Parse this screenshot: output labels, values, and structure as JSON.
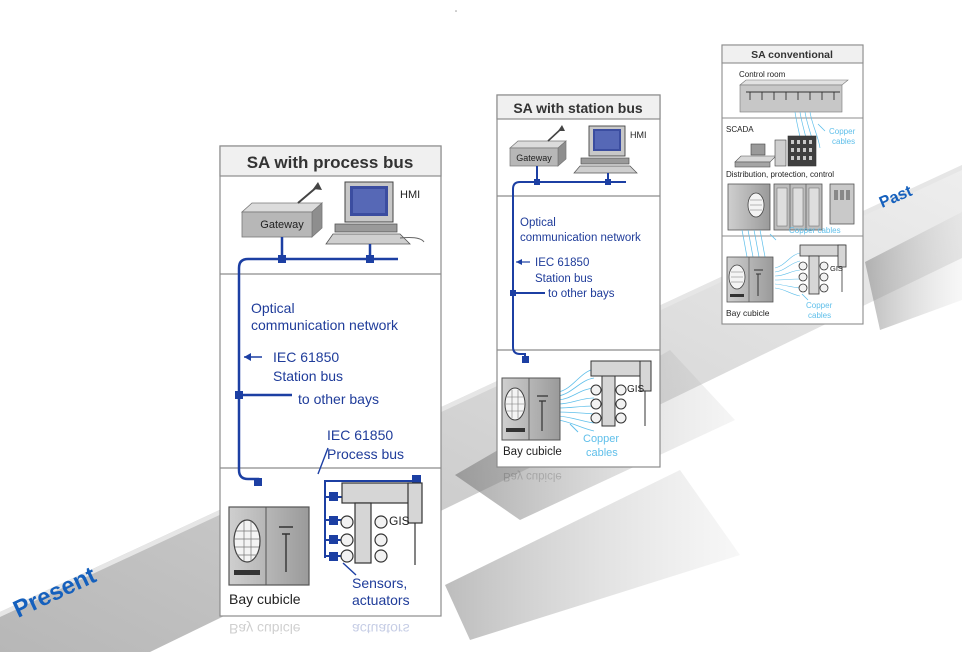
{
  "timeline": {
    "present_label": "Present",
    "past_label": "Past"
  },
  "panel_process": {
    "title": "SA with process bus",
    "gateway_label": "Gateway",
    "hmi_label": "HMI",
    "network_label_line1": "Optical",
    "network_label_line2": "communication network",
    "station_bus_line1": "IEC 61850",
    "station_bus_line2": "Station bus",
    "other_bays_label": "to other bays",
    "process_bus_line1": "IEC 61850",
    "process_bus_line2": "Process bus",
    "gis_label": "GIS",
    "sensors_line1": "Sensors,",
    "sensors_line2": "actuators",
    "bay_label": "Bay cubicle",
    "reflection_left": "Bay cubicle",
    "reflection_right": "actuators"
  },
  "panel_station": {
    "title": "SA with station bus",
    "gateway_label": "Gateway",
    "hmi_label": "HMI",
    "network_label_line1": "Optical",
    "network_label_line2": "communication network",
    "station_bus_line1": "IEC 61850",
    "station_bus_line2": "Station bus",
    "other_bays_label": "to other bays",
    "gis_label": "GIS",
    "copper_line1": "Copper",
    "copper_line2": "cables",
    "bay_label": "Bay cubicle",
    "reflection_left": "Bay cubicle"
  },
  "panel_conventional": {
    "title": "SA conventional",
    "control_room_label": "Control room",
    "scada_label": "SCADA",
    "copper_top_line1": "Copper",
    "copper_top_line2": "cables",
    "dpc_label": "Distribution, protection, control",
    "copper_mid_label": "Copper cables",
    "gis_label": "GIS",
    "copper_bottom_line1": "Copper",
    "copper_bottom_line2": "cables",
    "bay_label": "Bay cubicle"
  },
  "colors": {
    "network_blue": "#1c3fa3",
    "label_blue": "#1f3c9a",
    "copper_cyan": "#5fbfea",
    "timeline_blue": "#1560bd",
    "panel_border": "#8c8c8c"
  }
}
